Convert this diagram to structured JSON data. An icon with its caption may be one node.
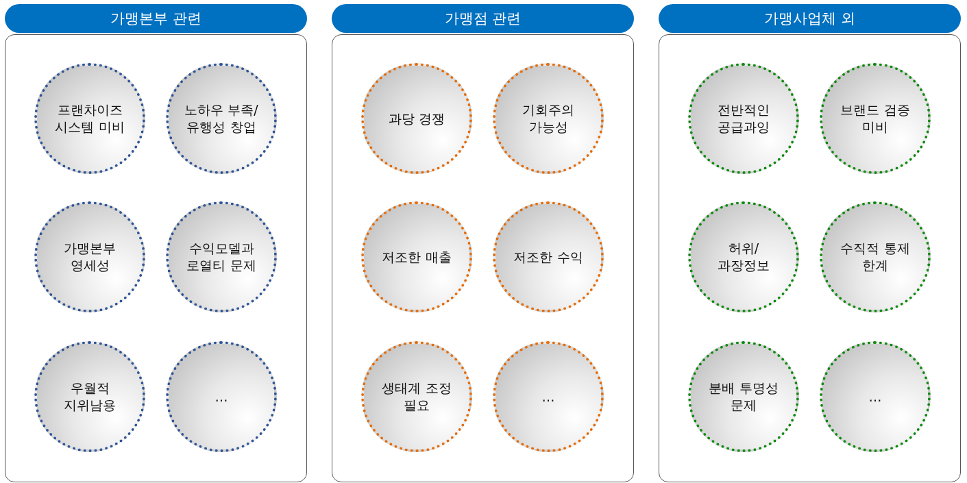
{
  "diagram": {
    "nodes": [
      {
        "text": [
          "가맹본부 관련"
        ]
      },
      {
        "text": [
          "프랜차이즈 시스템 미비"
        ],
        "in": 0
      },
      {
        "text": [
          "노하우 부족/ 유행성 창업"
        ],
        "in": 0
      },
      {
        "text": [
          "가맹본부 영세성"
        ],
        "in": 0
      },
      {
        "text": [
          "수익모델과 로열티 문제"
        ],
        "in": 0
      },
      {
        "text": [
          "우월적 지위남용"
        ],
        "in": 0
      },
      {
        "text": [
          "…"
        ],
        "in": 0
      },
      {
        "text": [
          "가맹점 관련"
        ]
      },
      {
        "text": [
          "과당 경쟁"
        ],
        "in": 7
      },
      {
        "text": [
          "기회주의 가능성"
        ],
        "in": 7
      },
      {
        "text": [
          "저조한 매출"
        ],
        "in": 7
      },
      {
        "text": [
          "저조한 수익"
        ],
        "in": 7
      },
      {
        "text": [
          "생태계 조정 필요"
        ],
        "in": 7
      },
      {
        "text": [
          "…"
        ],
        "in": 7
      },
      {
        "text": [
          "가맹사업체 외"
        ]
      },
      {
        "text": [
          "전반적인 공급과잉"
        ],
        "in": 14
      },
      {
        "text": [
          "브랜드 검증 미비"
        ],
        "in": 14
      },
      {
        "text": [
          "허위/ 과장정보"
        ],
        "in": 14
      },
      {
        "text": [
          "수직적 통제 한계"
        ],
        "in": 14
      },
      {
        "text": [
          "분배 투명성 문제"
        ],
        "in": 14
      },
      {
        "text": [
          "…"
        ],
        "in": 14
      }
    ]
  }
}
